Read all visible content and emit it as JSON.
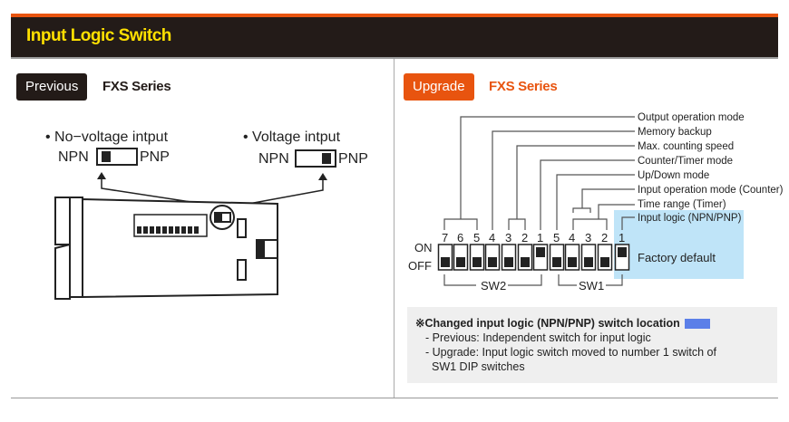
{
  "header": {
    "title": "Input Logic Switch"
  },
  "previous": {
    "tag": "Previous",
    "series": "FXS Series",
    "no_voltage": "• No−voltage intput",
    "voltage": "• Voltage intput",
    "npn": "NPN",
    "pnp": "PNP"
  },
  "upgrade": {
    "tag": "Upgrade",
    "series": "FXS Series",
    "labels": [
      "Output operation mode",
      "Memory backup",
      "Max. counting speed",
      "Counter/Timer mode",
      "Up/Down mode",
      "Input operation mode (Counter)",
      "Time range (Timer)",
      "Input logic (NPN/PNP)"
    ],
    "switch_numbers": [
      "7",
      "6",
      "5",
      "4",
      "3",
      "2",
      "1",
      "5",
      "4",
      "3",
      "2",
      "1"
    ],
    "switch_on": [
      false,
      false,
      false,
      false,
      false,
      false,
      true,
      false,
      false,
      false,
      false,
      true
    ],
    "on": "ON",
    "off": "OFF",
    "sw2": "SW2",
    "sw1": "SW1",
    "factory_default": "Factory default"
  },
  "note": {
    "title": "※Changed input logic (NPN/PNP) switch location",
    "lines": [
      "- Previous: Independent switch for input logic",
      "- Upgrade: Input logic switch moved to number 1 switch of",
      "SW1 DIP switches"
    ],
    "legend_color": "#5b7fe8"
  },
  "colors": {
    "accent": "#e8540f",
    "header_bg": "#231b18",
    "title": "#ffe000",
    "highlight": "#bfe4f8"
  }
}
